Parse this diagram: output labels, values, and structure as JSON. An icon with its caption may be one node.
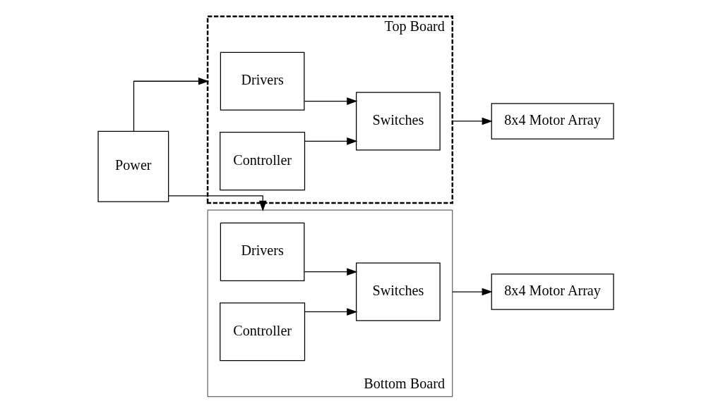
{
  "diagram": {
    "nodes": [
      {
        "text": [
          "Power"
        ]
      },
      {
        "text": [
          "Top Board"
        ]
      },
      {
        "text": [
          "Drivers"
        ],
        "in": 1
      },
      {
        "text": [
          "Controller"
        ],
        "in": 1
      },
      {
        "text": [
          "Switches"
        ],
        "in": 1
      },
      {
        "text": [
          "Bottom Board"
        ]
      },
      {
        "text": [
          "Drivers"
        ],
        "in": 5
      },
      {
        "text": [
          "Controller"
        ],
        "in": 5
      },
      {
        "text": [
          "Switches"
        ],
        "in": 5
      },
      {
        "text": [
          "8x4 Motor Array"
        ]
      },
      {
        "text": [
          "8x4 Motor Array"
        ]
      }
    ],
    "edges": [
      {
        "from": 0,
        "to": 1,
        "arrow": "to"
      },
      {
        "from": 0,
        "to": 5,
        "arrow": "to"
      },
      {
        "from": 2,
        "to": 4,
        "arrow": "to"
      },
      {
        "from": 3,
        "to": 4,
        "arrow": "to"
      },
      {
        "from": 6,
        "to": 8,
        "arrow": "to"
      },
      {
        "from": 7,
        "to": 8,
        "arrow": "to"
      },
      {
        "from": 1,
        "to": 9,
        "arrow": "to"
      },
      {
        "from": 5,
        "to": 10,
        "arrow": "to"
      }
    ]
  }
}
